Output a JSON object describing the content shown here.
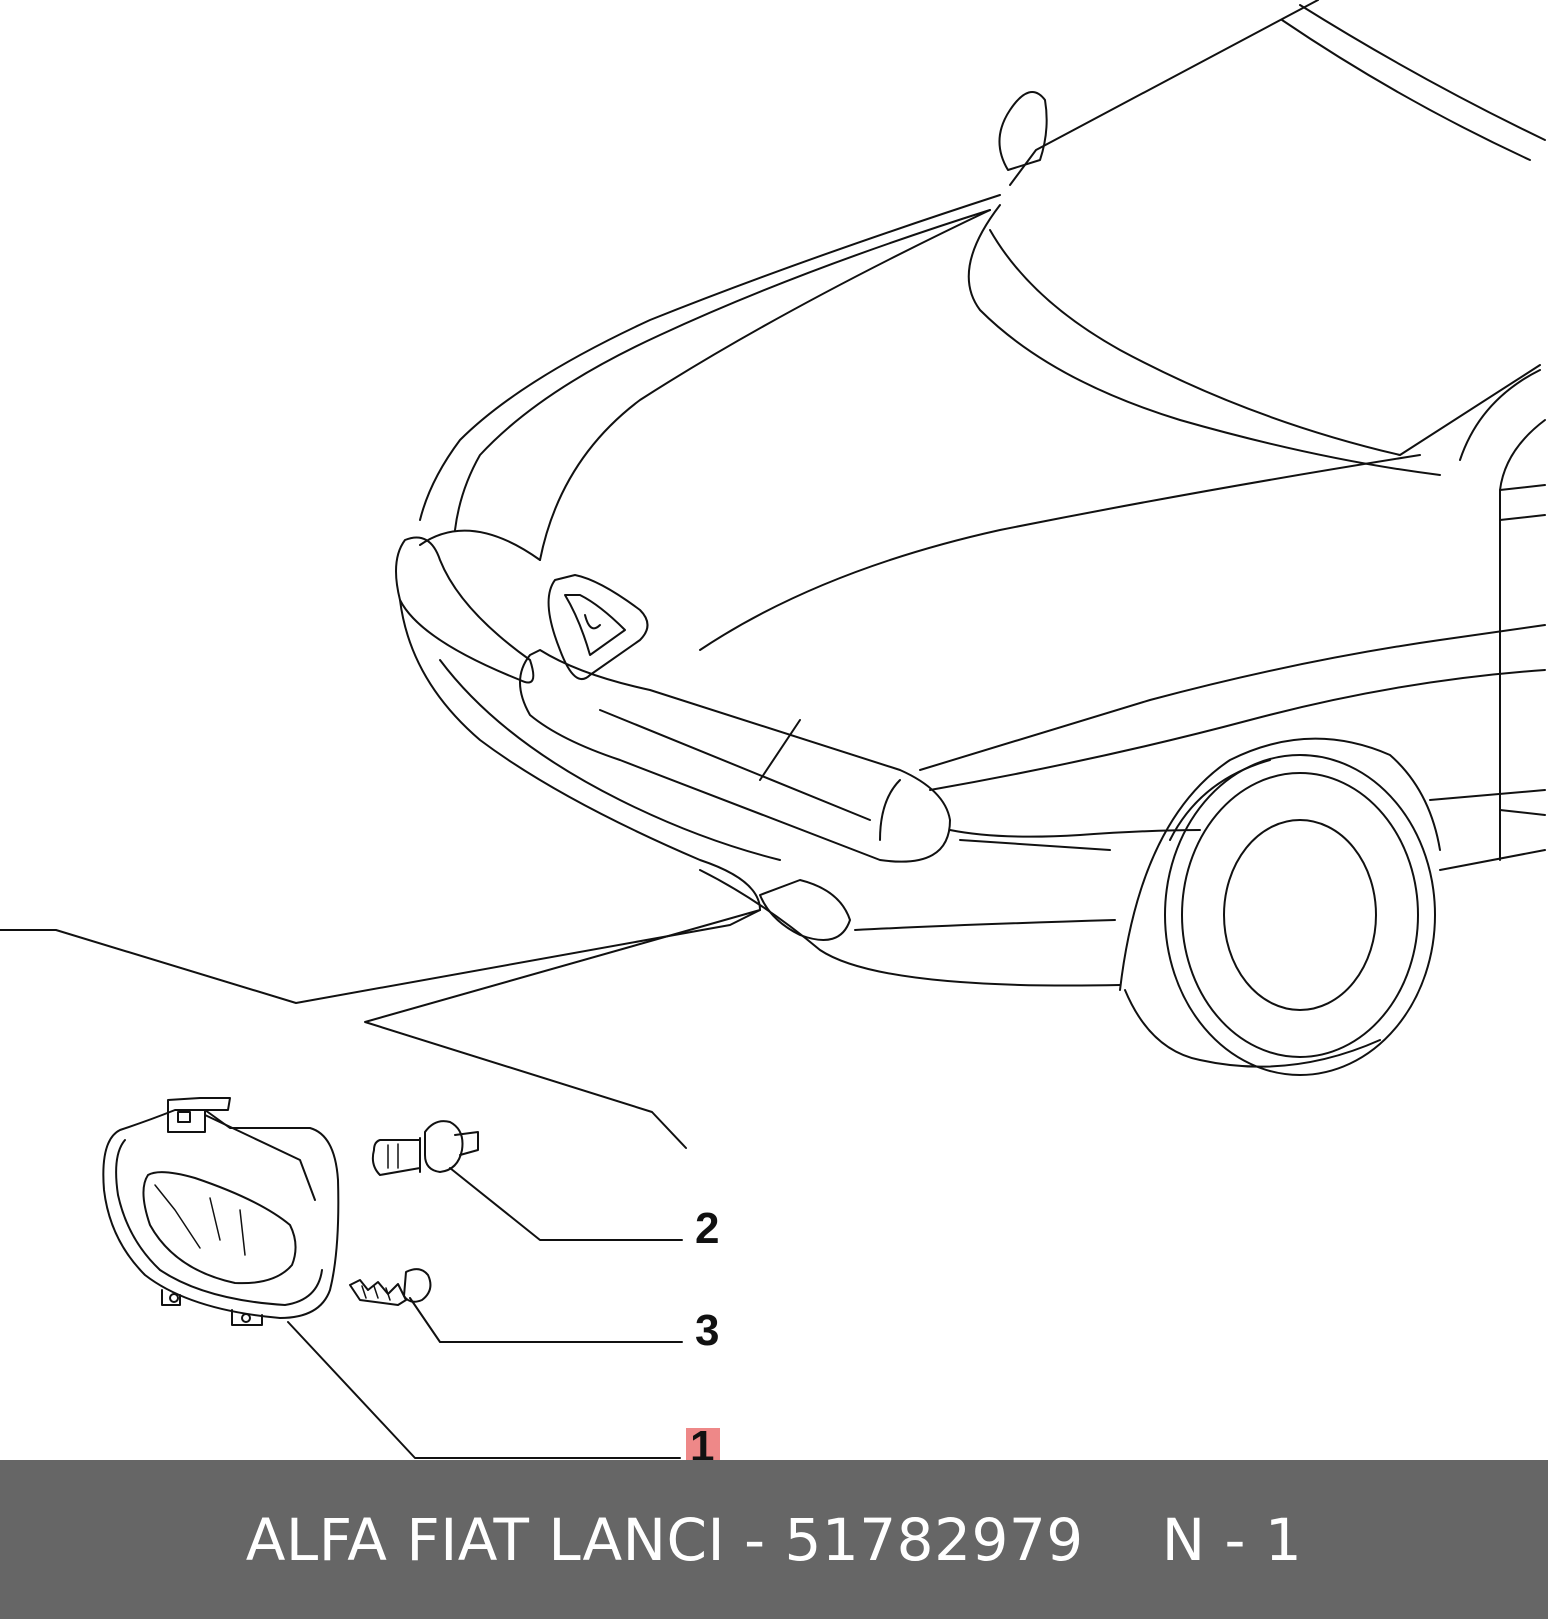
{
  "callouts": [
    {
      "label": "2"
    },
    {
      "label": "3"
    },
    {
      "label": "1",
      "highlighted": true
    }
  ],
  "footer": {
    "part_text": "ALFA FIAT LANCI - 51782979",
    "qty_text": "N - 1"
  },
  "colors": {
    "footer_bg": "#666666",
    "highlight": "#ee8888",
    "line": "#111111"
  }
}
